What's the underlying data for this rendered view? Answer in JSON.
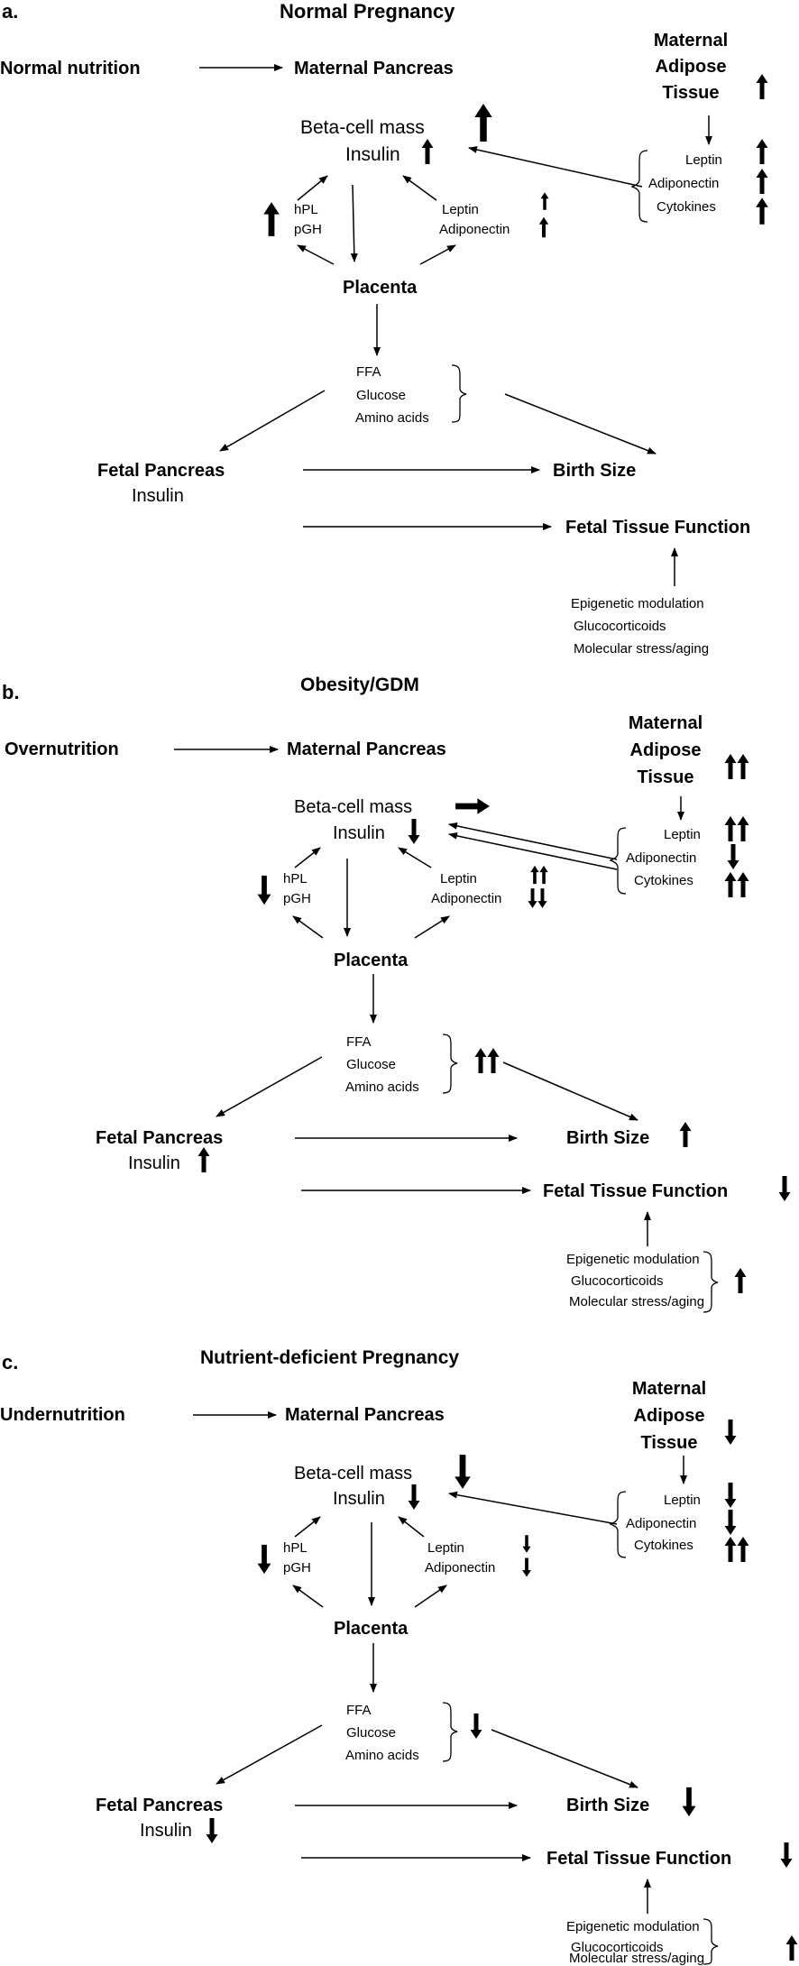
{
  "panels": [
    {
      "letter": "a.",
      "title": "Normal Pregnancy",
      "nutrition": "Normal nutrition",
      "maternal_pancreas": "Maternal Pancreas",
      "adipose": [
        "Maternal",
        "Adipose",
        "Tissue"
      ],
      "beta_cell_mass": "Beta-cell mass",
      "insulin": "Insulin",
      "hpl": "hPL",
      "pgh": "pGH",
      "leptin_placental": "Leptin",
      "adiponectin_placental": "Adiponectin",
      "leptin": "Leptin",
      "adiponectin": "Adiponectin",
      "cytokines": "Cytokines",
      "placenta": "Placenta",
      "ffa": "FFA",
      "glucose": "Glucose",
      "amino_acids": "Amino acids",
      "fetal_pancreas": "Fetal Pancreas",
      "fetal_insulin": "Insulin",
      "birth_size": "Birth Size",
      "fetal_tissue_function": "Fetal Tissue Function",
      "epigenetic": "Epigenetic modulation",
      "glucocorticoids": "Glucocorticoids",
      "molecular_stress": "Molecular stress/aging"
    },
    {
      "letter": "b.",
      "title": "Obesity/GDM",
      "nutrition": "Overnutrition",
      "maternal_pancreas": "Maternal Pancreas",
      "adipose": [
        "Maternal",
        "Adipose",
        "Tissue"
      ],
      "beta_cell_mass": "Beta-cell mass",
      "insulin": "Insulin",
      "hpl": "hPL",
      "pgh": "pGH",
      "leptin_placental": "Leptin",
      "adiponectin_placental": "Adiponectin",
      "leptin": "Leptin",
      "adiponectin": "Adiponectin",
      "cytokines": "Cytokines",
      "placenta": "Placenta",
      "ffa": "FFA",
      "glucose": "Glucose",
      "amino_acids": "Amino acids",
      "fetal_pancreas": "Fetal Pancreas",
      "fetal_insulin": "Insulin",
      "birth_size": "Birth Size",
      "fetal_tissue_function": "Fetal Tissue Function",
      "epigenetic": "Epigenetic modulation",
      "glucocorticoids": "Glucocorticoids",
      "molecular_stress": "Molecular stress/aging"
    },
    {
      "letter": "c.",
      "title": "Nutrient-deficient  Pregnancy",
      "nutrition": "Undernutrition",
      "maternal_pancreas": "Maternal Pancreas",
      "adipose": [
        "Maternal",
        "Adipose",
        "Tissue"
      ],
      "beta_cell_mass": "Beta-cell mass",
      "insulin": "Insulin",
      "hpl": "hPL",
      "pgh": "pGH",
      "leptin_placental": "Leptin",
      "adiponectin_placental": "Adiponectin",
      "leptin": "Leptin",
      "adiponectin": "Adiponectin",
      "cytokines": "Cytokines",
      "placenta": "Placenta",
      "ffa": "FFA",
      "glucose": "Glucose",
      "amino_acids": "Amino acids",
      "fetal_pancreas": "Fetal Pancreas",
      "fetal_insulin": "Insulin",
      "birth_size": "Birth Size",
      "fetal_tissue_function": "Fetal Tissue Function",
      "epigenetic": "Epigenetic modulation",
      "glucocorticoids": "Glucocorticoids",
      "molecular_stress": "Molecular stress/aging"
    }
  ],
  "indicator_levels": {
    "a": {
      "adipose": "up",
      "beta_cell_mass": "up",
      "insulin": "up",
      "hpl_pgh": "up",
      "leptin_placental": "up",
      "adiponectin_placental": "up",
      "leptin": "up",
      "adiponectin": "up",
      "cytokines": "up"
    },
    "b": {
      "adipose": "double-up",
      "beta_cell_mass": "unchanged",
      "insulin": "down",
      "hpl_pgh": "down",
      "leptin_placental": "double-up",
      "adiponectin_placental": "double-down",
      "leptin": "double-up",
      "adiponectin": "down",
      "cytokines": "double-up",
      "nutrients": "double-up",
      "fetal_insulin": "up",
      "birth_size": "up",
      "fetal_tissue_function": "down",
      "modulators": "up"
    },
    "c": {
      "adipose": "down",
      "beta_cell_mass": "down",
      "insulin": "down",
      "hpl_pgh": "down",
      "leptin_placental": "down",
      "adiponectin_placental": "down",
      "leptin": "down",
      "adiponectin": "down",
      "cytokines": "double-up",
      "nutrients": "down",
      "fetal_insulin": "down",
      "birth_size": "down",
      "fetal_tissue_function": "down",
      "modulators": "up"
    }
  }
}
